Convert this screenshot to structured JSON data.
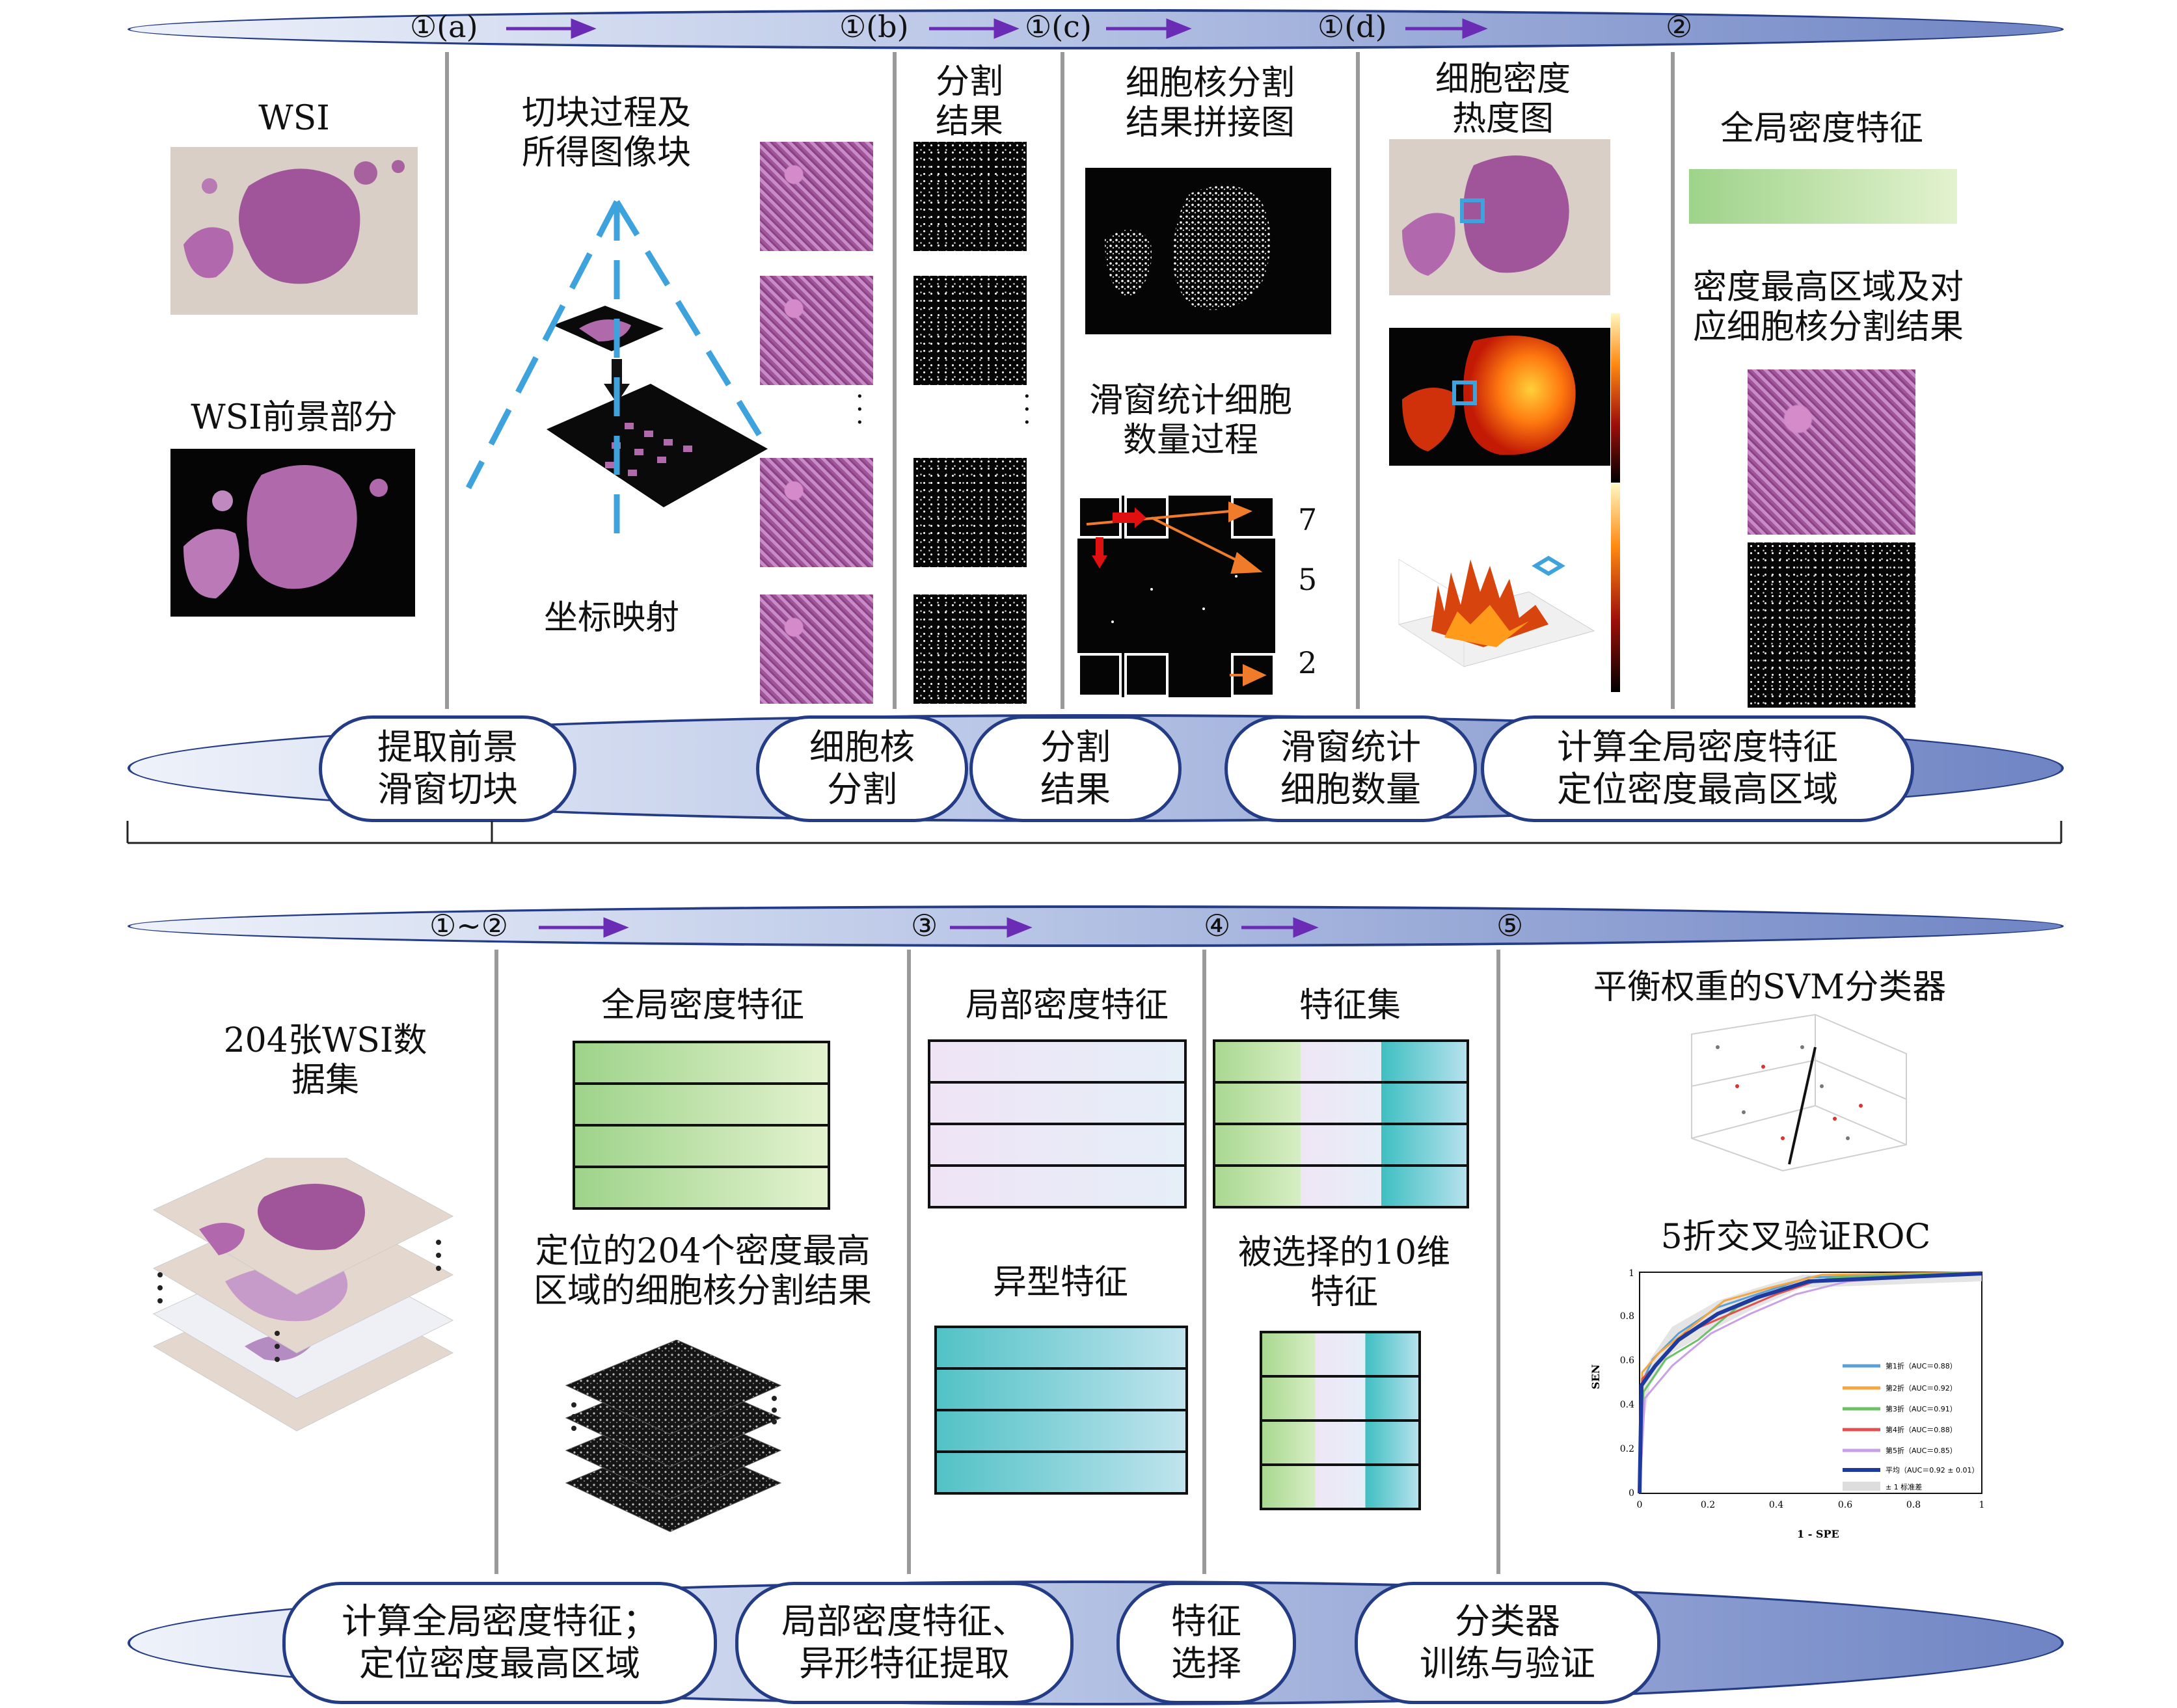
{
  "top": {
    "steps": [
      "①(a)",
      "①(b)",
      "①(c)",
      "①(d)",
      "②"
    ],
    "panels": {
      "wsi": "WSI",
      "wsi_fg": "WSI前景部分",
      "tiling": "切块过程及\n所得图像块",
      "coord": "坐标映射",
      "seg_result": "分割\n结果",
      "stitch": "细胞核分割\n结果拼接图",
      "slide": "滑窗统计细胞\n数量过程",
      "counts": [
        "7",
        "5",
        "2"
      ],
      "density_map": "细胞密度\n热度图",
      "global_feat": "全局密度特征",
      "max_region": "密度最高区域及对\n应细胞核分割结果"
    },
    "stages": [
      "提取前景\n滑窗切块",
      "细胞核\n分割",
      "分割\n结果",
      "滑窗统计\n细胞数量",
      "计算全局密度特征\n定位密度最高区域"
    ]
  },
  "bottom": {
    "steps": [
      "①~②",
      "③",
      "④",
      "⑤"
    ],
    "panels": {
      "dataset": "204张WSI数\n据集",
      "global_feat": "全局密度特征",
      "located": "定位的204个密度最高\n区域的细胞核分割结果",
      "local_feat": "局部密度特征",
      "atypia": "异型特征",
      "feat_set": "特征集",
      "selected": "被选择的10维\n特征",
      "svm": "平衡权重的SVM分类器",
      "roc_title": "5折交叉验证ROC"
    },
    "roc": {
      "ylabel": "SEN",
      "xlabel": "1 - SPE",
      "yticks": [
        "0",
        "0.2",
        "0.4",
        "0.6",
        "0.8",
        "1"
      ],
      "xticks": [
        "0",
        "0.2",
        "0.4",
        "0.6",
        "0.8",
        "1"
      ],
      "legend": [
        "第1折（AUC＝0.88）",
        "第2折（AUC＝0.92）",
        "第3折（AUC＝0.91）",
        "第4折（AUC＝0.88）",
        "第5折（AUC＝0.85）",
        "平均（AUC＝0.92 ± 0.01）",
        "± 1 标准差"
      ]
    },
    "stages": [
      "计算全局密度特征；\n定位密度最高区域",
      "局部密度特征、\n异形特征提取",
      "特征\n选择",
      "分类器\n训练与验证"
    ]
  },
  "colors": {
    "outline": "#243b85",
    "arrow": "#6a2bb5",
    "dashed": "#3ea3dc",
    "orange": "#ef7b2b"
  }
}
